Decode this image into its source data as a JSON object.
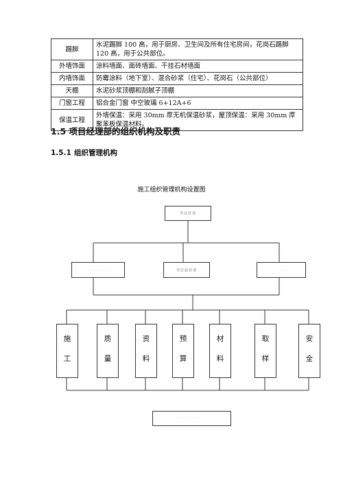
{
  "table": {
    "rows": [
      {
        "key": "踢脚",
        "value": "水泥踢脚 100 高，用于厨房、卫生间及所有住宅房间，花岗石踢脚 120 高，用于公共部位。"
      },
      {
        "key": "外墙饰面",
        "value": "涂料墙面、面砖墙面、干挂石材墙面"
      },
      {
        "key": "内墙饰面",
        "value": "防霉涂料（地下室）、混合砂浆（住宅）、花岗石（公共部位）"
      },
      {
        "key": "天棚",
        "value": "水泥砂浆顶棚和刮腻子顶棚"
      },
      {
        "key": "门窗工程",
        "value": "铝合金门窗 中空玻璃 6+12A+6"
      },
      {
        "key": "保温工程",
        "value": "外墙保温：采用 30mm 厚无机保温砂浆，屋顶保温：采用 30mm 厚聚苯板保温材料。"
      }
    ]
  },
  "section": {
    "heading": "1.5 项目经理部的组织机构及职责"
  },
  "subsection": {
    "number": "1.5.1",
    "title": "组织管理机构"
  },
  "org_chart": {
    "title": "施工组织管理机构设置图",
    "top_box": "项目经理",
    "middle_boxes": [
      "· · · ·  ·  · ·",
      "项目副经理",
      "· · · · ·"
    ],
    "departments": [
      {
        "c1": "施",
        "c2": "工"
      },
      {
        "c1": "质",
        "c2": "量"
      },
      {
        "c1": "资",
        "c2": "料"
      },
      {
        "c1": "预",
        "c2": "算"
      },
      {
        "c1": "材",
        "c2": "料"
      },
      {
        "c1": "取",
        "c2": "样"
      },
      {
        "c1": "安",
        "c2": "全"
      }
    ],
    "bottom_box": "· · · · · · · · · · ·"
  }
}
